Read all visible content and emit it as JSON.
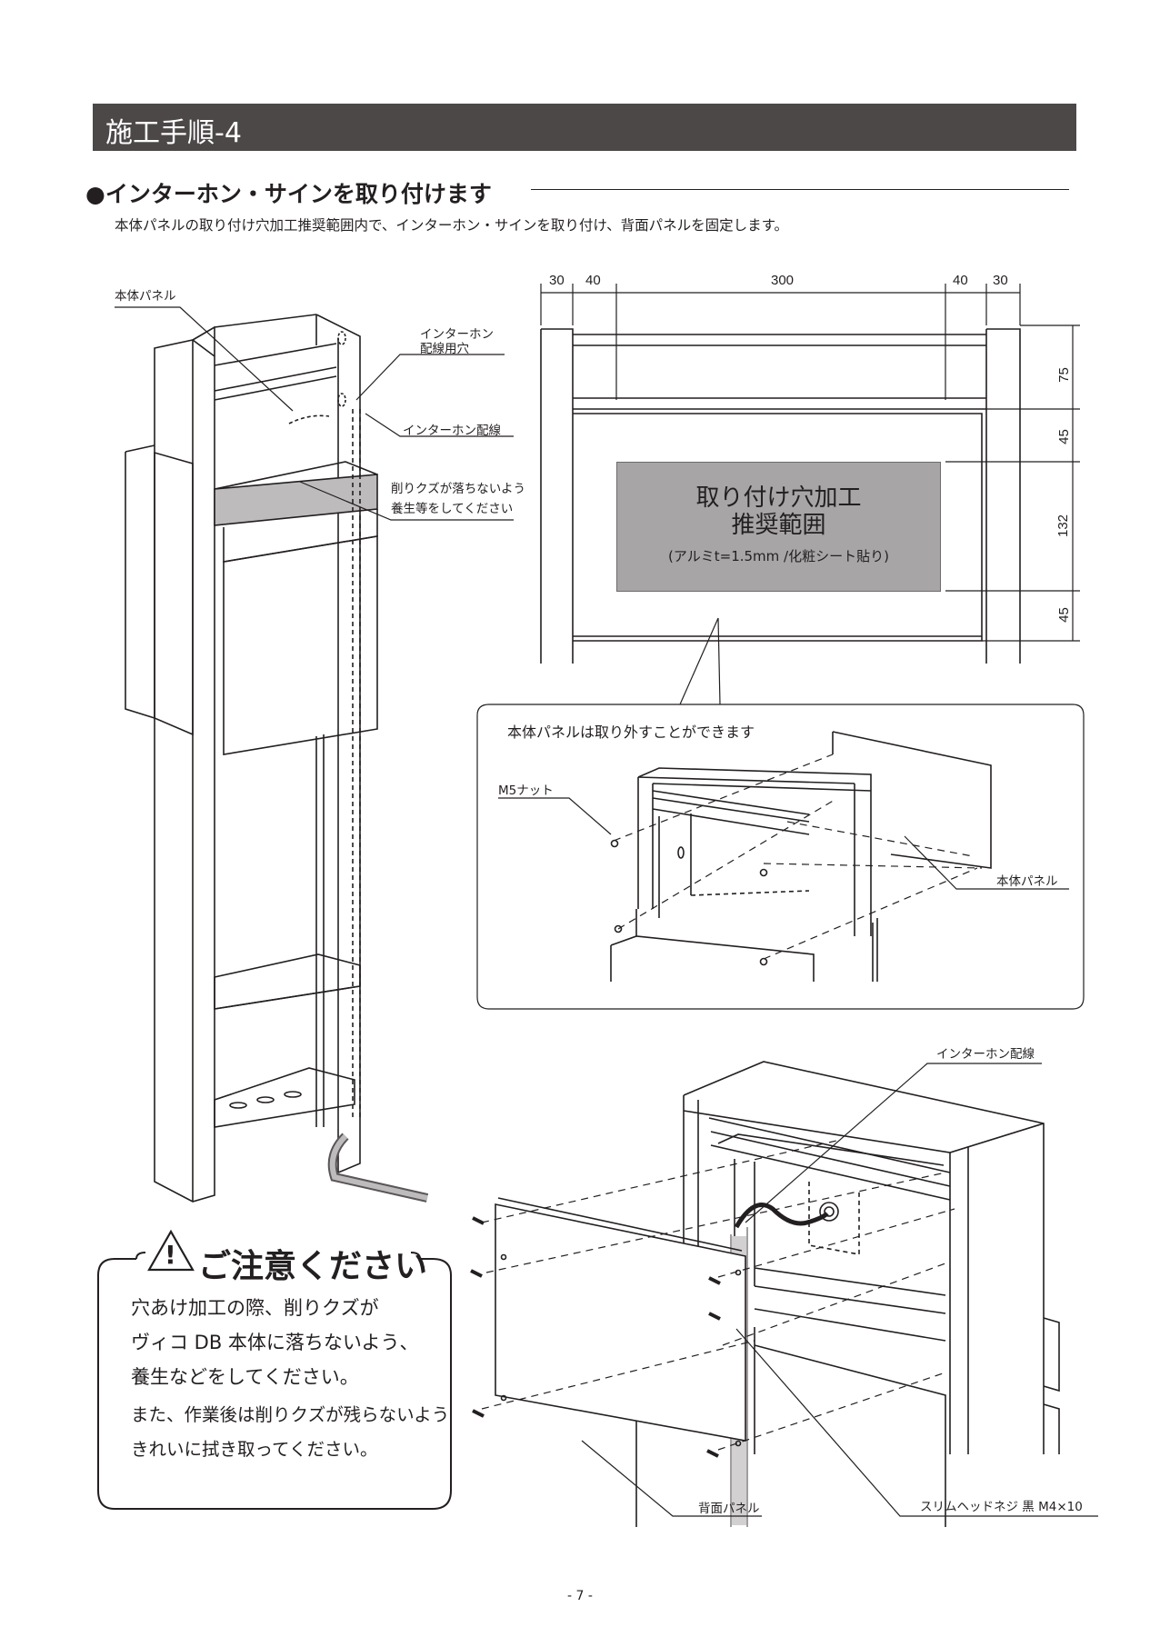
{
  "section": {
    "title": "施工手順-4"
  },
  "heading": {
    "text": "●インターホン・サインを取り付けます"
  },
  "lead": {
    "text": "本体パネルの取り付け穴加工推奨範囲内で、インターホン・サインを取り付け、背面パネルを固定します。"
  },
  "left_figure": {
    "labels": {
      "main_panel": "本体パネル",
      "intercom_hole_1": "インターホン",
      "intercom_hole_2": "配線用穴",
      "intercom_wire": "インターホン配線",
      "protect_1": "削りクズが落ちないよう",
      "protect_2": "養生等をしてください"
    }
  },
  "dimension_figure": {
    "top_dims": [
      "30",
      "40",
      "300",
      "40",
      "30"
    ],
    "side_dims": [
      "75",
      "45",
      "132",
      "45"
    ],
    "area_title_1": "取り付け穴加工",
    "area_title_2": "推奨範囲",
    "area_note": "(アルミt=1.5mm /化粧シート貼り)"
  },
  "callout": {
    "title": "本体パネルは取り外すことができます",
    "nut_label": "M5ナット",
    "panel_label": "本体パネル"
  },
  "bottom_figure": {
    "wire_label": "インターホン配線",
    "back_panel_label": "背面パネル",
    "screw_label": "スリムヘッドネジ 黒 M4×10"
  },
  "caution": {
    "title": "ご注意ください",
    "lines": [
      "穴あけ加工の際、削りクズが",
      "ヴィコ DB 本体に落ちないよう、",
      "養生などをしてください。",
      "また、作業後は削りクズが残らないよう",
      "きれいに拭き取ってください。"
    ]
  },
  "page": {
    "number": "- 7 -"
  }
}
